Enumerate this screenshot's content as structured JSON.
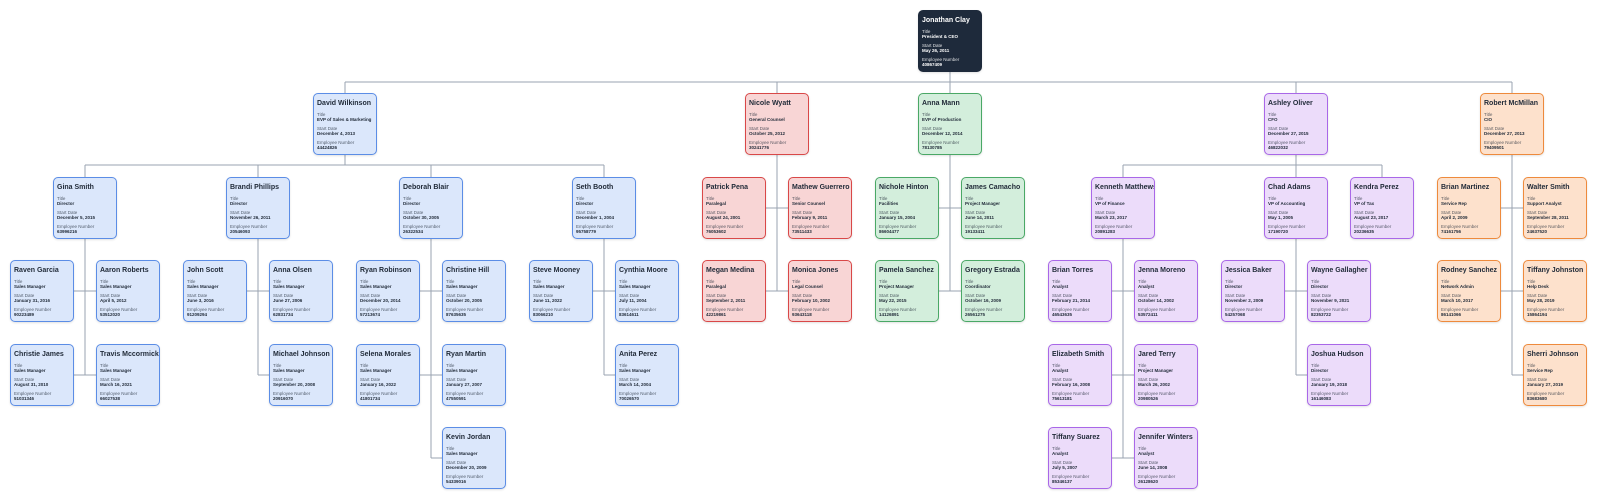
{
  "labels": {
    "title": "Title",
    "start_date": "Start Date",
    "employee_number": "Employee Number"
  },
  "colors": {
    "line": "#9aa3b0"
  },
  "employees": [
    {
      "id": "jonathan-clay",
      "name": "Jonathan Clay",
      "title": "President & CEO",
      "start_date": "May 26, 2011",
      "employee_number": "40867409",
      "color": "dark",
      "parent": null
    },
    {
      "id": "david-wilkinson",
      "name": "David Wilkinson",
      "title": "EVP of Sales & Marketing",
      "start_date": "December 4, 2013",
      "employee_number": "44424826",
      "color": "blue",
      "parent": "jonathan-clay"
    },
    {
      "id": "nicole-wyatt",
      "name": "Nicole Wyatt",
      "title": "General Counsel",
      "start_date": "October 25, 2012",
      "employee_number": "30241776",
      "color": "red",
      "parent": "jonathan-clay"
    },
    {
      "id": "anna-mann",
      "name": "Anna Mann",
      "title": "EVP of Production",
      "start_date": "December 12, 2014",
      "employee_number": "78130785",
      "color": "green",
      "parent": "jonathan-clay"
    },
    {
      "id": "ashley-oliver",
      "name": "Ashley Oliver",
      "title": "CFO",
      "start_date": "December 27, 2015",
      "employee_number": "46822032",
      "color": "purple",
      "parent": "jonathan-clay"
    },
    {
      "id": "robert-mcmillan",
      "name": "Robert McMillan",
      "title": "CIO",
      "start_date": "December 27, 2013",
      "employee_number": "79409501",
      "color": "orange",
      "parent": "jonathan-clay"
    },
    {
      "id": "gina-smith",
      "name": "Gina Smith",
      "title": "Director",
      "start_date": "December 5, 2015",
      "employee_number": "63996216",
      "color": "blue",
      "parent": "david-wilkinson"
    },
    {
      "id": "brandi-phillips",
      "name": "Brandi Phillips",
      "title": "Director",
      "start_date": "November 26, 2011",
      "employee_number": "20546093",
      "color": "blue",
      "parent": "david-wilkinson"
    },
    {
      "id": "deborah-blair",
      "name": "Deborah Blair",
      "title": "Director",
      "start_date": "October 30, 2005",
      "employee_number": "26322534",
      "color": "blue",
      "parent": "david-wilkinson"
    },
    {
      "id": "seth-booth",
      "name": "Seth Booth",
      "title": "Director",
      "start_date": "December 1, 2004",
      "employee_number": "95758779",
      "color": "blue",
      "parent": "david-wilkinson"
    },
    {
      "id": "raven-garcia",
      "name": "Raven Garcia",
      "title": "Sales Manager",
      "start_date": "January 31, 2016",
      "employee_number": "90223489",
      "color": "blue",
      "parent": "gina-smith"
    },
    {
      "id": "aaron-roberts",
      "name": "Aaron Roberts",
      "title": "Sales Manager",
      "start_date": "April 5, 2012",
      "employee_number": "53512020",
      "color": "blue",
      "parent": "gina-smith"
    },
    {
      "id": "christie-james",
      "name": "Christie James",
      "title": "Sales Manager",
      "start_date": "August 31, 2010",
      "employee_number": "51031346",
      "color": "blue",
      "parent": "gina-smith"
    },
    {
      "id": "travis-mccormick",
      "name": "Travis Mccormick",
      "title": "Sales Manager",
      "start_date": "March 16, 2021",
      "employee_number": "66027538",
      "color": "blue",
      "parent": "gina-smith"
    },
    {
      "id": "john-scott",
      "name": "John Scott",
      "title": "Sales Manager",
      "start_date": "June 3, 2016",
      "employee_number": "91209294",
      "color": "blue",
      "parent": "brandi-phillips"
    },
    {
      "id": "anna-olsen",
      "name": "Anna Olsen",
      "title": "Sales Manager",
      "start_date": "June 27, 2006",
      "employee_number": "62831734",
      "color": "blue",
      "parent": "brandi-phillips"
    },
    {
      "id": "michael-johnson",
      "name": "Michael Johnson",
      "title": "Sales Manager",
      "start_date": "September 20, 2008",
      "employee_number": "20916070",
      "color": "blue",
      "parent": "brandi-phillips"
    },
    {
      "id": "ryan-robinson",
      "name": "Ryan Robinson",
      "title": "Sales Manager",
      "start_date": "December 20, 2014",
      "employee_number": "57213674",
      "color": "blue",
      "parent": "deborah-blair"
    },
    {
      "id": "christine-hill",
      "name": "Christine Hill",
      "title": "Sales Manager",
      "start_date": "October 20, 2005",
      "employee_number": "87635635",
      "color": "blue",
      "parent": "deborah-blair"
    },
    {
      "id": "selena-morales",
      "name": "Selena Morales",
      "title": "Sales Manager",
      "start_date": "January 16, 2022",
      "employee_number": "41801734",
      "color": "blue",
      "parent": "deborah-blair"
    },
    {
      "id": "ryan-martin",
      "name": "Ryan Martin",
      "title": "Sales Manager",
      "start_date": "January 27, 2007",
      "employee_number": "47550591",
      "color": "blue",
      "parent": "deborah-blair"
    },
    {
      "id": "kevin-jordan",
      "name": "Kevin Jordan",
      "title": "Sales Manager",
      "start_date": "December 20, 2009",
      "employee_number": "54339016",
      "color": "blue",
      "parent": "deborah-blair"
    },
    {
      "id": "steve-mooney",
      "name": "Steve Mooney",
      "title": "Sales Manager",
      "start_date": "June 11, 2022",
      "employee_number": "83066210",
      "color": "blue",
      "parent": "seth-booth"
    },
    {
      "id": "cynthia-moore",
      "name": "Cynthia Moore",
      "title": "Sales Manager",
      "start_date": "July 11, 2004",
      "employee_number": "83614611",
      "color": "blue",
      "parent": "seth-booth"
    },
    {
      "id": "anita-perez",
      "name": "Anita Perez",
      "title": "Sales Manager",
      "start_date": "March 14, 2004",
      "employee_number": "70026570",
      "color": "blue",
      "parent": "seth-booth"
    },
    {
      "id": "patrick-pena",
      "name": "Patrick Pena",
      "title": "Paralegal",
      "start_date": "August 24, 2001",
      "employee_number": "76053602",
      "color": "red",
      "parent": "nicole-wyatt"
    },
    {
      "id": "mathew-guerrero",
      "name": "Mathew Guerrero",
      "title": "Senior Counsel",
      "start_date": "February 9, 2011",
      "employee_number": "73511433",
      "color": "red",
      "parent": "nicole-wyatt"
    },
    {
      "id": "megan-medina",
      "name": "Megan Medina",
      "title": "Paralegal",
      "start_date": "September 2, 2011",
      "employee_number": "42219861",
      "color": "red",
      "parent": "nicole-wyatt"
    },
    {
      "id": "monica-jones",
      "name": "Monica Jones",
      "title": "Legal Counsel",
      "start_date": "February 10, 2002",
      "employee_number": "93643118",
      "color": "red",
      "parent": "nicole-wyatt"
    },
    {
      "id": "nichole-hinton",
      "name": "Nichole Hinton",
      "title": "Facilities",
      "start_date": "January 15, 2004",
      "employee_number": "86604477",
      "color": "green",
      "parent": "anna-mann"
    },
    {
      "id": "james-camacho",
      "name": "James Camacho",
      "title": "Project Manager",
      "start_date": "June 14, 2011",
      "employee_number": "19133411",
      "color": "green",
      "parent": "anna-mann"
    },
    {
      "id": "pamela-sanchez",
      "name": "Pamela Sanchez",
      "title": "Project Manager",
      "start_date": "May 22, 2015",
      "employee_number": "14126891",
      "color": "green",
      "parent": "anna-mann"
    },
    {
      "id": "gregory-estrada",
      "name": "Gregory Estrada",
      "title": "Coordinator",
      "start_date": "October 16, 2009",
      "employee_number": "26561275",
      "color": "green",
      "parent": "anna-mann"
    },
    {
      "id": "kenneth-matthews",
      "name": "Kenneth Matthews",
      "title": "VP of Finance",
      "start_date": "March 23, 2017",
      "employee_number": "20891283",
      "color": "purple",
      "parent": "ashley-oliver"
    },
    {
      "id": "chad-adams",
      "name": "Chad Adams",
      "title": "VP of Accounting",
      "start_date": "May 1, 2005",
      "employee_number": "17190720",
      "color": "purple",
      "parent": "ashley-oliver"
    },
    {
      "id": "kendra-perez",
      "name": "Kendra Perez",
      "title": "VP of Tax",
      "start_date": "August 23, 2017",
      "employee_number": "20236635",
      "color": "purple",
      "parent": "ashley-oliver"
    },
    {
      "id": "brian-torres",
      "name": "Brian Torres",
      "title": "Analyst",
      "start_date": "February 21, 2014",
      "employee_number": "46543635",
      "color": "purple",
      "parent": "kenneth-matthews"
    },
    {
      "id": "jenna-moreno",
      "name": "Jenna Moreno",
      "title": "Analyst",
      "start_date": "October 14, 2002",
      "employee_number": "53572411",
      "color": "purple",
      "parent": "kenneth-matthews"
    },
    {
      "id": "elizabeth-smith",
      "name": "Elizabeth Smith",
      "title": "Analyst",
      "start_date": "February 16, 2008",
      "employee_number": "75613181",
      "color": "purple",
      "parent": "kenneth-matthews"
    },
    {
      "id": "jared-terry",
      "name": "Jared Terry",
      "title": "Project Manager",
      "start_date": "March 26, 2002",
      "employee_number": "20980526",
      "color": "purple",
      "parent": "kenneth-matthews"
    },
    {
      "id": "tiffany-suarez",
      "name": "Tiffany Suarez",
      "title": "Analyst",
      "start_date": "July 5, 2007",
      "employee_number": "85346137",
      "color": "purple",
      "parent": "kenneth-matthews"
    },
    {
      "id": "jennifer-winters",
      "name": "Jennifer Winters",
      "title": "Analyst",
      "start_date": "June 14, 2008",
      "employee_number": "26128620",
      "color": "purple",
      "parent": "kenneth-matthews"
    },
    {
      "id": "jessica-baker",
      "name": "Jessica Baker",
      "title": "Director",
      "start_date": "November 2, 2009",
      "employee_number": "54257068",
      "color": "purple",
      "parent": "chad-adams"
    },
    {
      "id": "wayne-gallagher",
      "name": "Wayne Gallagher",
      "title": "Director",
      "start_date": "November 9, 2021",
      "employee_number": "82353722",
      "color": "purple",
      "parent": "chad-adams"
    },
    {
      "id": "joshua-hudson",
      "name": "Joshua Hudson",
      "title": "Director",
      "start_date": "January 19, 2018",
      "employee_number": "16146083",
      "color": "purple",
      "parent": "chad-adams"
    },
    {
      "id": "brian-martinez",
      "name": "Brian Martinez",
      "title": "Service Rep",
      "start_date": "April 2, 2009",
      "employee_number": "74161756",
      "color": "orange",
      "parent": "robert-mcmillan"
    },
    {
      "id": "walter-smith",
      "name": "Walter Smith",
      "title": "Support Analyst",
      "start_date": "September 28, 2011",
      "employee_number": "24637520",
      "color": "orange",
      "parent": "robert-mcmillan"
    },
    {
      "id": "rodney-sanchez",
      "name": "Rodney Sanchez",
      "title": "Network Admin",
      "start_date": "March 10, 2017",
      "employee_number": "86141066",
      "color": "orange",
      "parent": "robert-mcmillan"
    },
    {
      "id": "tiffany-johnston",
      "name": "Tiffany Johnston",
      "title": "Help Desk",
      "start_date": "May 28, 2019",
      "employee_number": "15864194",
      "color": "orange",
      "parent": "robert-mcmillan"
    },
    {
      "id": "sherri-johnson",
      "name": "Sherri Johnson",
      "title": "Service Rep",
      "start_date": "January 27, 2019",
      "employee_number": "83683680",
      "color": "orange",
      "parent": "robert-mcmillan"
    }
  ]
}
